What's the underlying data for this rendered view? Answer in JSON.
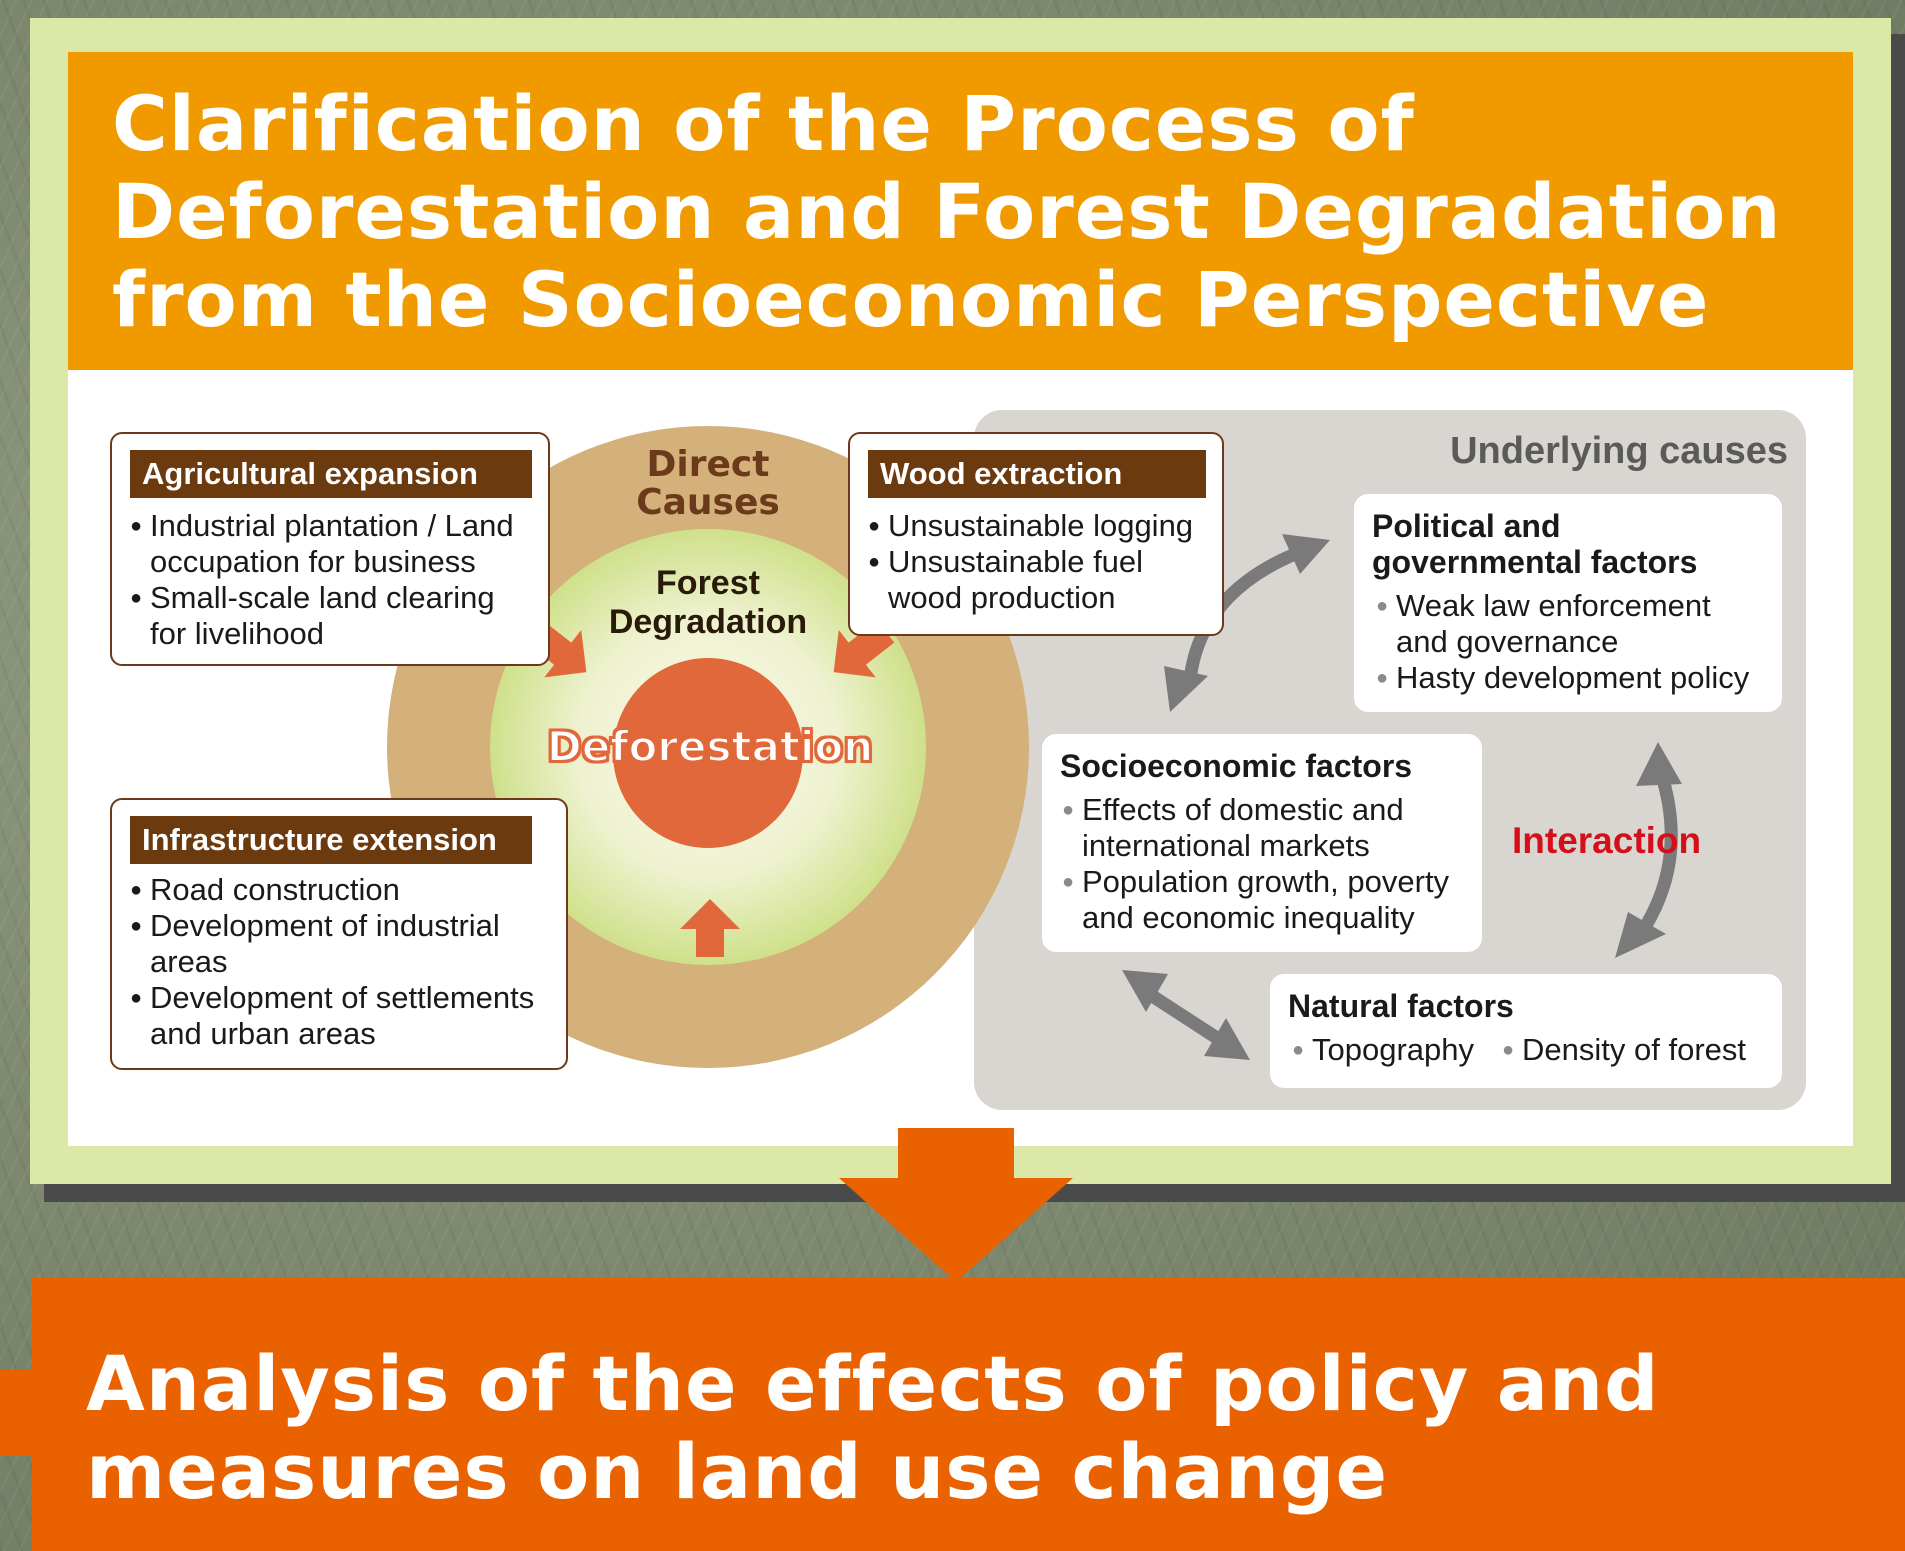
{
  "title": "Clarification of the Process of Deforestation and Forest Degradation from the Socioeconomic Perspective",
  "direct_causes": {
    "label_line1": "Direct",
    "label_line2": "Causes",
    "forest_degradation_line1": "Forest",
    "forest_degradation_line2": "Degradation",
    "deforestation": "Deforestation"
  },
  "agricultural": {
    "heading": "Agricultural expansion",
    "items": [
      {
        "line1": "Industrial plantation / Land",
        "line2": "occupation for business"
      },
      {
        "line1": "Small-scale land clearing",
        "line2": "for livelihood"
      }
    ]
  },
  "wood": {
    "heading": "Wood extraction",
    "items": [
      {
        "line1": "Unsustainable logging",
        "line2": ""
      },
      {
        "line1": "Unsustainable fuel",
        "line2": "wood production"
      }
    ]
  },
  "infrastructure": {
    "heading": "Infrastructure extension",
    "items": [
      {
        "line1": "Road construction",
        "line2": ""
      },
      {
        "line1": "Development of industrial",
        "line2": "areas"
      },
      {
        "line1": "Development of settlements",
        "line2": "and urban areas"
      }
    ]
  },
  "underlying": {
    "title": "Underlying causes",
    "political": {
      "heading_line1": "Political and",
      "heading_line2": "governmental factors",
      "items": [
        {
          "line1": "Weak law enforcement",
          "line2": "and governance"
        },
        {
          "line1": "Hasty development policy",
          "line2": ""
        }
      ]
    },
    "socioeconomic": {
      "heading": "Socioeconomic factors",
      "items": [
        {
          "line1": "Effects of domestic and",
          "line2": "international markets"
        },
        {
          "line1": "Population growth, poverty",
          "line2": "and economic inequality"
        }
      ]
    },
    "natural": {
      "heading": "Natural factors",
      "items": [
        "Topography",
        "Density of forest"
      ]
    },
    "interaction": "Interaction"
  },
  "outcome": "Analysis of the effects of policy and measures on land use change",
  "colors": {
    "title_bar": "#f09a00",
    "panel_border": "#dce8a8",
    "box_heading": "#6b3a0e",
    "outer_ring": "#d4b07a",
    "deforestation_circle": "#e0683a",
    "arrow_orange": "#e0683a",
    "interaction_red": "#d40f1a",
    "bottom_bar": "#ea6100"
  }
}
